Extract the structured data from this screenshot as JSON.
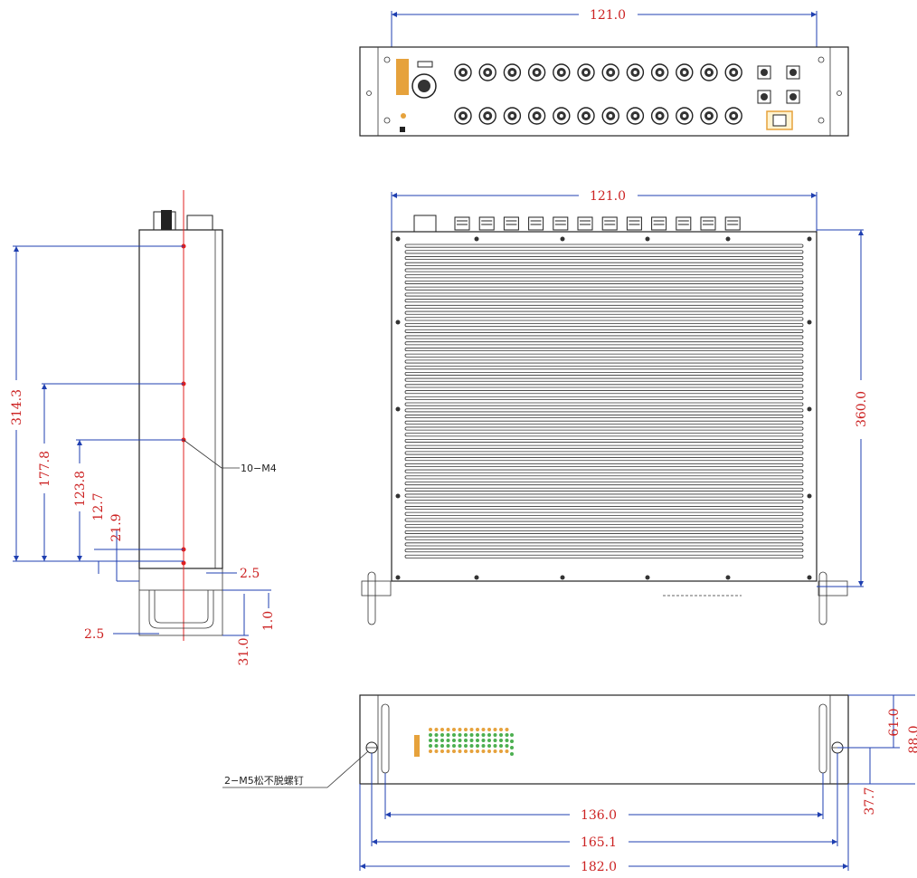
{
  "front_view": {
    "width_dim": "121.0",
    "connector_rows": 2,
    "connectors_per_row": 12
  },
  "top_view": {
    "width_dim": "121.0",
    "depth_dim": "360.0",
    "fin_count": 52
  },
  "side_view": {
    "dims": {
      "d1": "314.3",
      "d2": "177.8",
      "d3": "123.8",
      "d4": "12.7",
      "d5": "21.9",
      "d6": "2.5",
      "d7": "1.0",
      "d8": "31.0",
      "d9": "2.5"
    },
    "callout": "10−M4"
  },
  "rear_view": {
    "dims": {
      "w1": "136.0",
      "w2": "165.1",
      "w3": "182.0",
      "h1": "61.0",
      "h2": "37.7",
      "h3": "88.0"
    },
    "callout": "2−M5松不脱螺钉"
  }
}
